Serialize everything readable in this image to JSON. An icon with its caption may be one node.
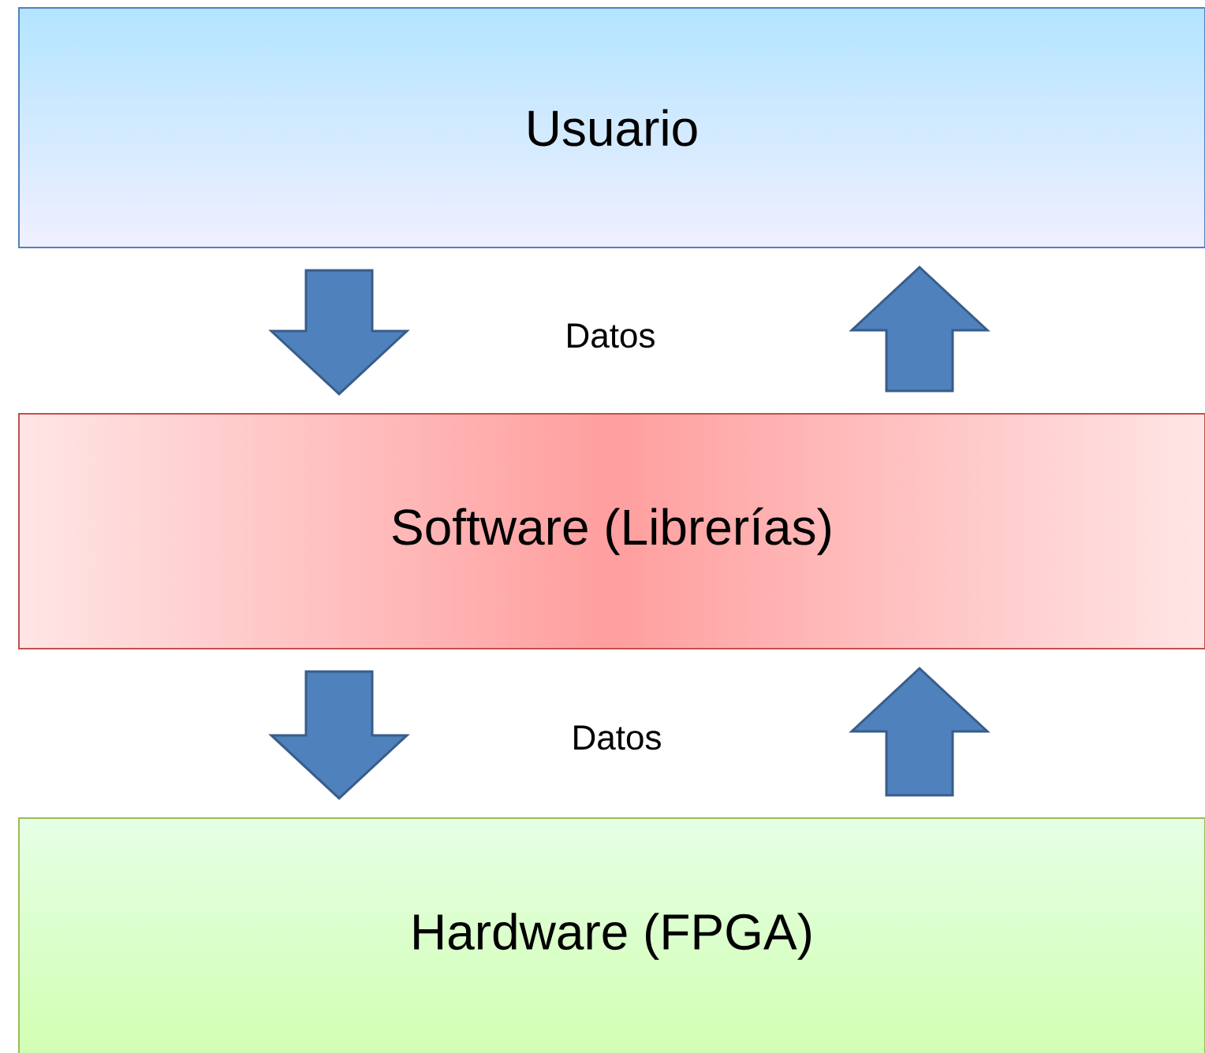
{
  "diagram": {
    "nodes": [
      {
        "text": [
          "Usuario"
        ]
      },
      {
        "text": [
          "Software (Librerías)"
        ]
      },
      {
        "text": [
          "Hardware (FPGA)"
        ]
      }
    ],
    "edges": [
      {
        "from": 0,
        "to": 1,
        "arrow": "to"
      },
      {
        "from": 1,
        "to": 0,
        "arrow": "to"
      },
      {
        "from": 1,
        "to": 2,
        "arrow": "to"
      },
      {
        "from": 2,
        "to": 1,
        "arrow": "to"
      }
    ],
    "labels": [
      "Datos",
      "Datos"
    ]
  }
}
